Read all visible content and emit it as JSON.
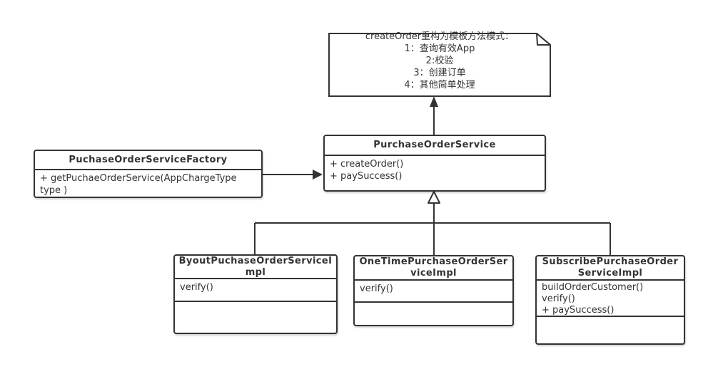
{
  "colors": {
    "line": "#333333",
    "background": "#ffffff",
    "text": "#333333"
  },
  "note": {
    "lines": [
      "createOrder重构为模板方法模式：",
      "1：查询有效App",
      "2:校验",
      "3：创建订单",
      "4：其他简单处理"
    ]
  },
  "classes": {
    "factory": {
      "name": "PuchaseOrderServiceFactory",
      "methods": [
        "+ getPuchaeOrderService(AppChargeType type )"
      ]
    },
    "service": {
      "name": "PurchaseOrderService",
      "methods": [
        "+ createOrder()",
        "+ paySuccess()"
      ]
    },
    "byout": {
      "name": "ByoutPuchaseOrderServiceImpl",
      "methods": [
        "verify()"
      ]
    },
    "onetime": {
      "name": "OneTimePurchaseOrderServiceImpl",
      "methods": [
        "verify()"
      ]
    },
    "subscribe": {
      "name": "SubscribePurchaseOrderServiceImpl",
      "methods": [
        "buildOrderCustomer()",
        "verify()",
        "+ paySuccess()"
      ]
    }
  },
  "relations": [
    {
      "type": "note-anchor",
      "from": "PurchaseOrderService",
      "to": "note"
    },
    {
      "type": "dependency-arrow",
      "from": "PuchaseOrderServiceFactory",
      "to": "PurchaseOrderService"
    },
    {
      "type": "generalization",
      "from": "ByoutPuchaseOrderServiceImpl",
      "to": "PurchaseOrderService"
    },
    {
      "type": "generalization",
      "from": "OneTimePurchaseOrderServiceImpl",
      "to": "PurchaseOrderService"
    },
    {
      "type": "generalization",
      "from": "SubscribePurchaseOrderServiceImpl",
      "to": "PurchaseOrderService"
    }
  ]
}
